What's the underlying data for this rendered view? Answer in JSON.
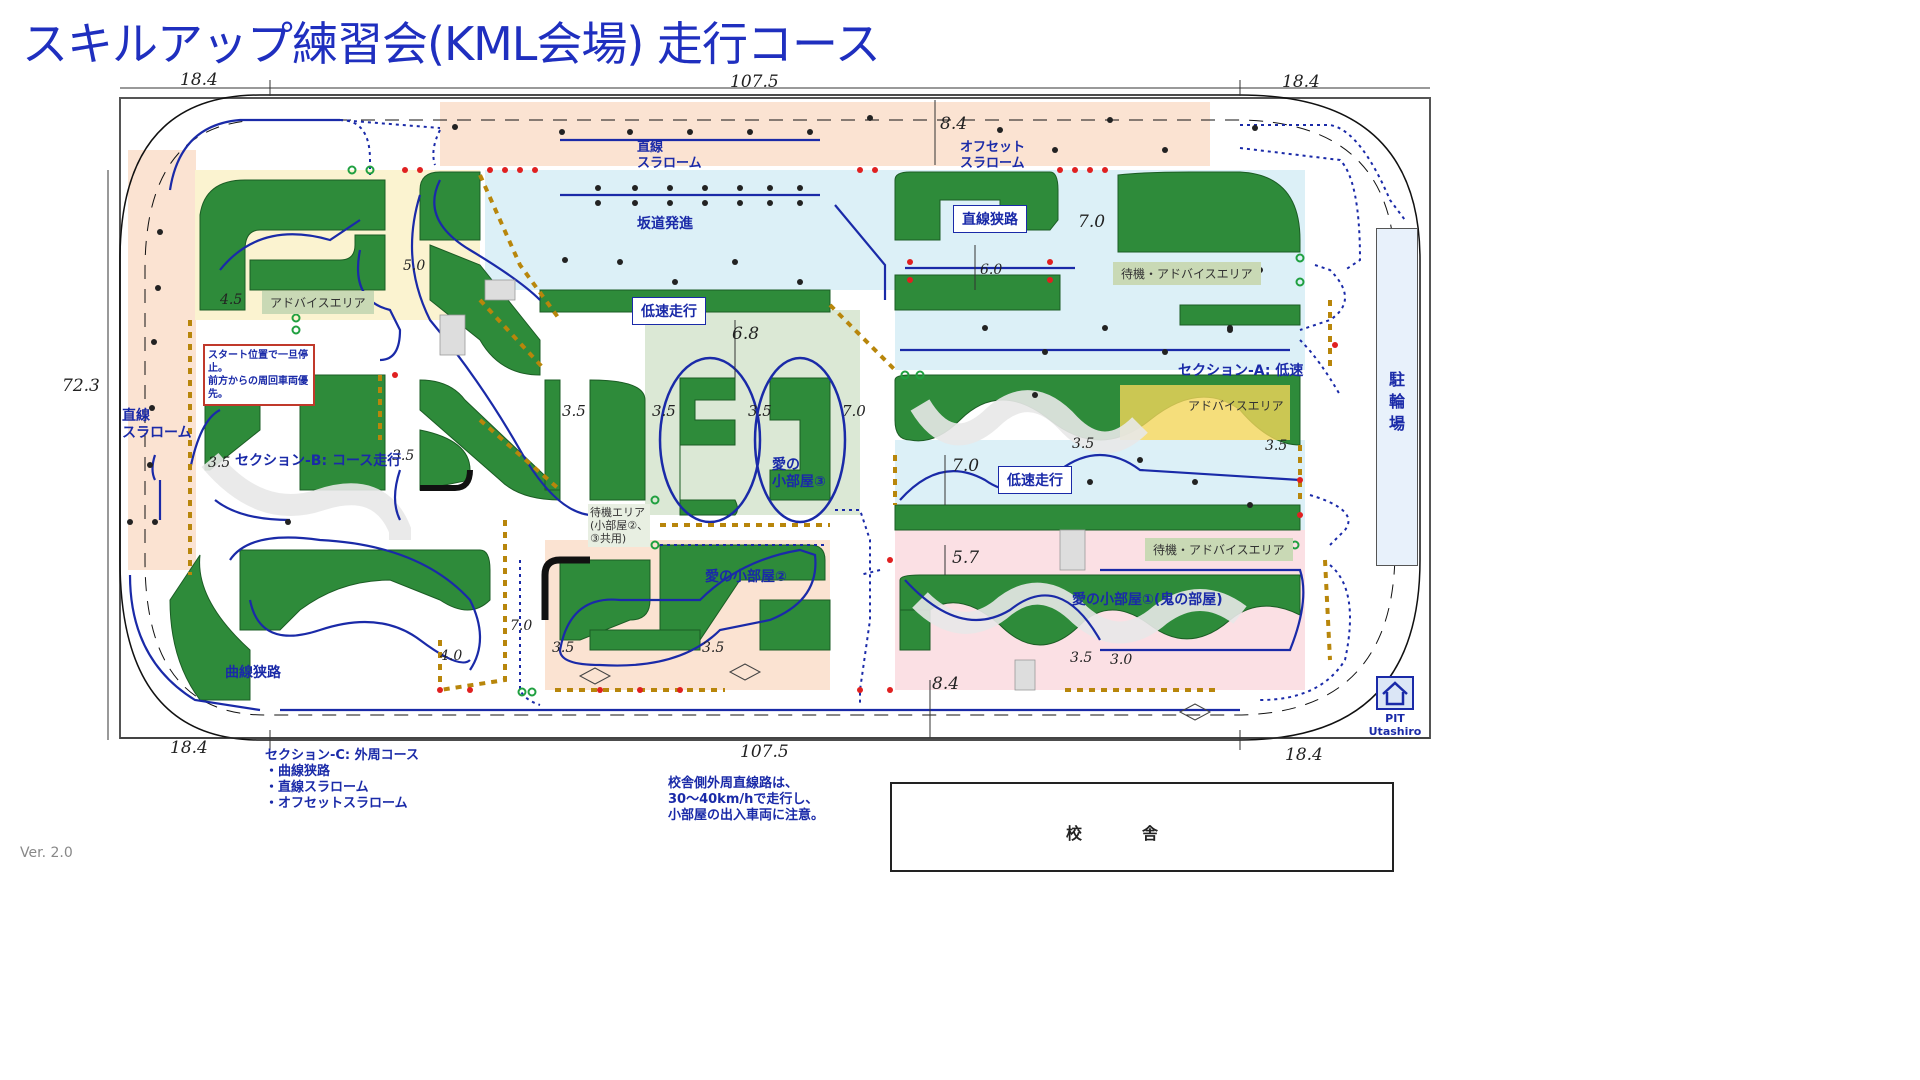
{
  "title": "スキルアップ練習会(KML会場) 走行コース",
  "version": "Ver. 2.0",
  "dimensions": {
    "top_left": "18.4",
    "top_mid": "107.5",
    "top_right": "18.4",
    "bottom_left": "18.4",
    "bottom_mid": "107.5",
    "bottom_right": "18.4",
    "left_height": "72.3",
    "w_8_4_top": "8.4",
    "w_7_0_right": "7.0",
    "w_6_0": "6.0",
    "w_6_8": "6.8",
    "w_5_0": "5.0",
    "w_4_5": "4.5",
    "w_3_5_a": "3.5",
    "w_3_5_b": "3.5",
    "w_3_5_c": "3.5",
    "w_3_5_d": "3.5",
    "w_7_0_mid": "7.0",
    "w_3_5_e": "3.5",
    "w_3_5_f": "3.5",
    "w_7_0_s": "7.0",
    "w_3_5_g": "3.5",
    "w_5_7": "5.7",
    "w_7_0_low": "7.0",
    "w_4_0": "4.0",
    "w_3_5_h": "3.5",
    "w_3_5_i": "3.5",
    "w_3_5_j": "3.5",
    "w_3_0": "3.0",
    "w_8_4_bottom": "8.4"
  },
  "labels": {
    "straight_slalom_top": "直線\nスラローム",
    "offset_slalom": "オフセット\nスラローム",
    "hill_start": "坂道発進",
    "straight_narrow": "直線狭路",
    "slow_run_1": "低速走行",
    "slow_run_2": "低速走行",
    "advice_area_1": "アドバイスエリア",
    "advice_area_2": "アドバイスエリア",
    "wait_advice_1": "待機・アドバイスエリア",
    "wait_advice_2": "待機・アドバイスエリア",
    "wait_area_small": "待機エリア\n(小部屋②、\n③共用)",
    "section_a": "セクション-A: 低速",
    "section_b": "セクション-B: コース走行",
    "straight_slalom_left": "直線\nスラローム",
    "curve_narrow": "曲線狭路",
    "room_3": "愛の\n小部屋③",
    "room_2": "愛の小部屋②",
    "room_1": "愛の小部屋①(鬼の部屋)",
    "parking": "駐\n輪\n場",
    "pit": "PIT Utashiro",
    "school": "校舎",
    "start_note": "スタート位置で一旦停止。\n前方からの周回車両優先。",
    "section_c_notes": "セクション-C: 外周コース\n・曲線狭路\n・直線スラローム\n・オフセットスラローム",
    "road_note": "校舎側外周直線路は、\n30〜40km/hで走行し、\n小部屋の出入車両に注意。"
  },
  "colors": {
    "green_block": "#2e8b3a",
    "blue_path": "#1a2aa8",
    "zone_orange": "#fbe3d2",
    "zone_blue": "#dcf0f7",
    "zone_pink": "#fbe0e4",
    "zone_green": "#dbe8d5",
    "zone_yellow": "#fbf3d0",
    "cone_red": "#e02020"
  }
}
